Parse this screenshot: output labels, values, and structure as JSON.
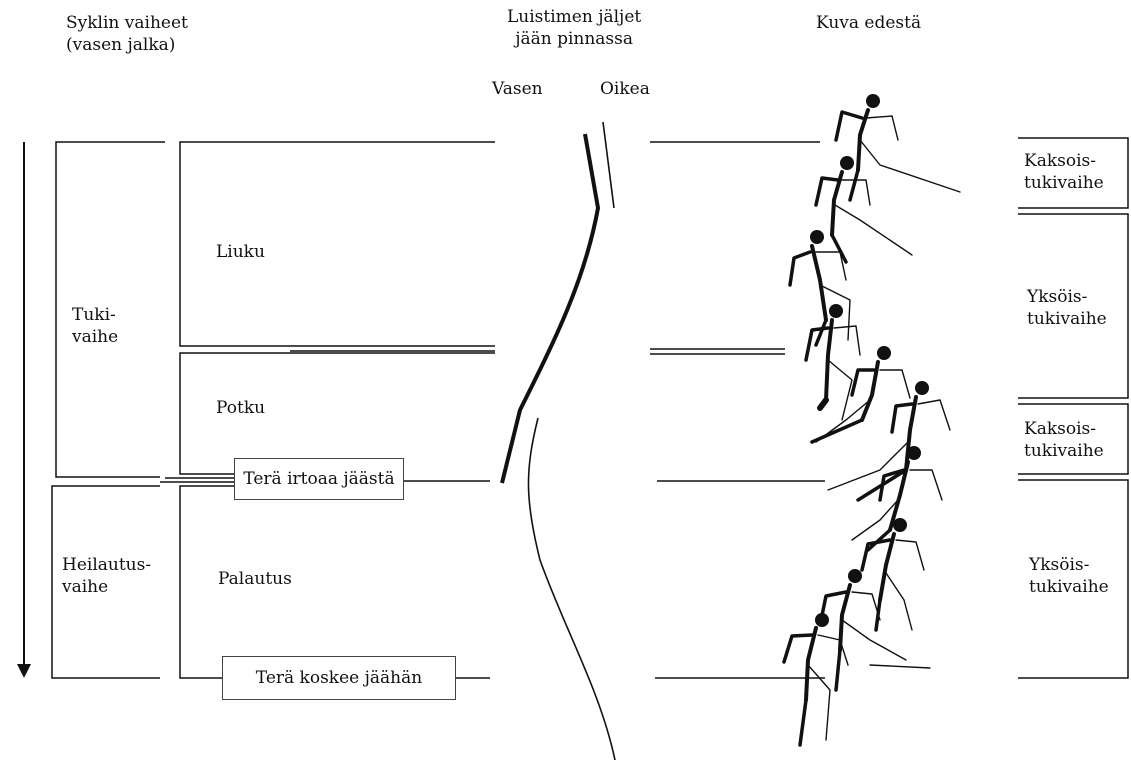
{
  "headers": {
    "cycle_phases": "Syklin vaiheet\n(vasen jalka)",
    "skate_tracks": "Luistimen jäljet\njään pinnassa",
    "front_view": "Kuva edestä"
  },
  "track_labels": {
    "left": "Vasen",
    "right": "Oikea"
  },
  "main_phases": {
    "support": "Tuki-\nvaihe",
    "swing": "Heilautus-\nvaihe"
  },
  "sub_phases": {
    "glide": "Liuku",
    "push": "Potku",
    "recovery": "Palautus"
  },
  "events": {
    "blade_off": "Terä irtoaa jäästä",
    "blade_on": "Terä koskee jäähän"
  },
  "support_phases": {
    "double_1": "Kaksois-\ntukivaihe",
    "single_1": "Yksöis-\ntukivaihe",
    "double_2": "Kaksois-\ntukivaihe",
    "single_2": "Yksöis-\ntukivaihe"
  },
  "colors": {
    "ink": "#111111",
    "box_border": "#444444"
  },
  "icons": {
    "time_arrow": "down-arrow-icon",
    "skater_figures": "skater-silhouette-icon"
  }
}
